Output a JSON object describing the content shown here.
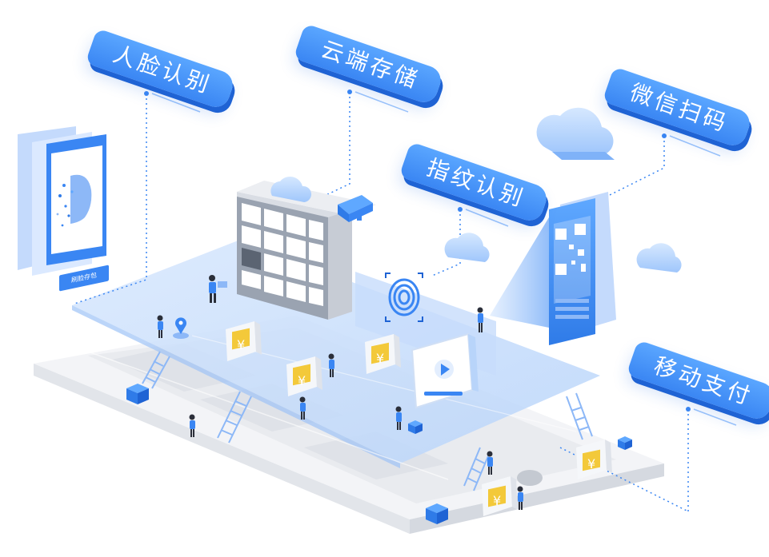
{
  "labels": {
    "face_recognition": "人脸认别",
    "cloud_storage": "云端存储",
    "fingerprint_recognition": "指纹认别",
    "wechat_scan": "微信扫码",
    "mobile_payment": "移动支付"
  },
  "kiosk": {
    "caption": "刷脸存包"
  },
  "currency_symbol": "¥",
  "colors": {
    "primary_blue": "#3a86f3",
    "light_blue": "#cfe1fb",
    "dark_blue": "#1f63d4",
    "platform_gray": "#eceef2"
  }
}
